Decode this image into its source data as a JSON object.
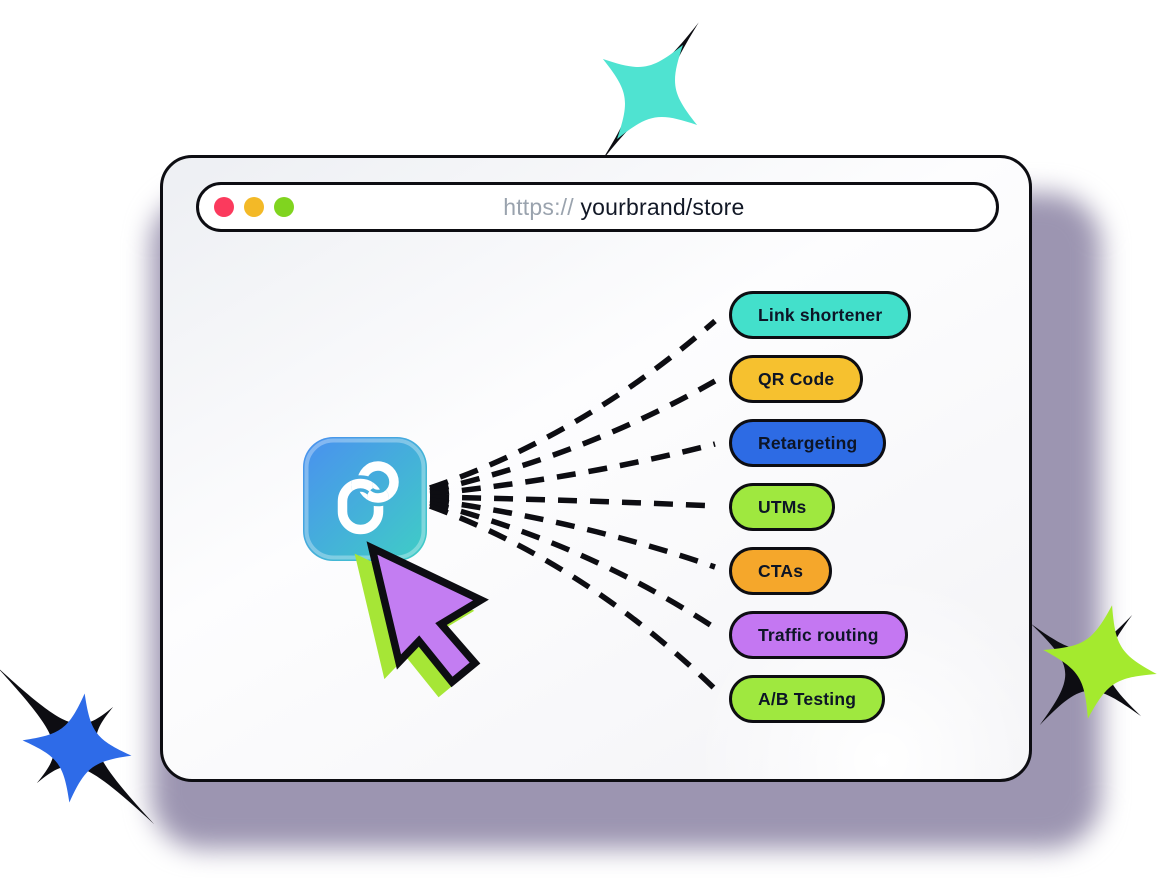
{
  "browser": {
    "url_scheme": "https:// ",
    "url_path": "yourbrand/store",
    "traffic_dots": [
      {
        "name": "red-dot",
        "color": "#fb3a5d"
      },
      {
        "name": "yellow-dot",
        "color": "#f3b927"
      },
      {
        "name": "green-dot",
        "color": "#80d41f"
      }
    ]
  },
  "hub_icon": {
    "label": "link-rings-app-icon",
    "gradient_start": "#4a90f0",
    "gradient_end": "#3fcec5",
    "ring_color": "#ffffff"
  },
  "features": [
    {
      "label": "Link shortener",
      "color": "#43e0cb"
    },
    {
      "label": "QR Code",
      "color": "#f6c12f"
    },
    {
      "label": "Retargeting",
      "color": "#2d6be4"
    },
    {
      "label": "UTMs",
      "color": "#9fe83f"
    },
    {
      "label": "CTAs",
      "color": "#f5a72b"
    },
    {
      "label": "Traffic routing",
      "color": "#c477f2"
    },
    {
      "label": "A/B Testing",
      "color": "#9fe83f"
    }
  ],
  "cursor": {
    "fill": "#c37df2",
    "outline": "#0d0d12",
    "accent": "#a6e636"
  },
  "sparkles": {
    "top": "#4fe3d1",
    "bottom_left": "#2e6be8",
    "right": "#a4ea2e",
    "companion_black": "#0d0d12"
  },
  "colors": {
    "window_shadow": "#9c95b1",
    "dash_line": "#0d0d12",
    "url_scheme_text": "#9aa3ae",
    "url_path_text": "#121826",
    "pill_text": "#0d1526"
  }
}
